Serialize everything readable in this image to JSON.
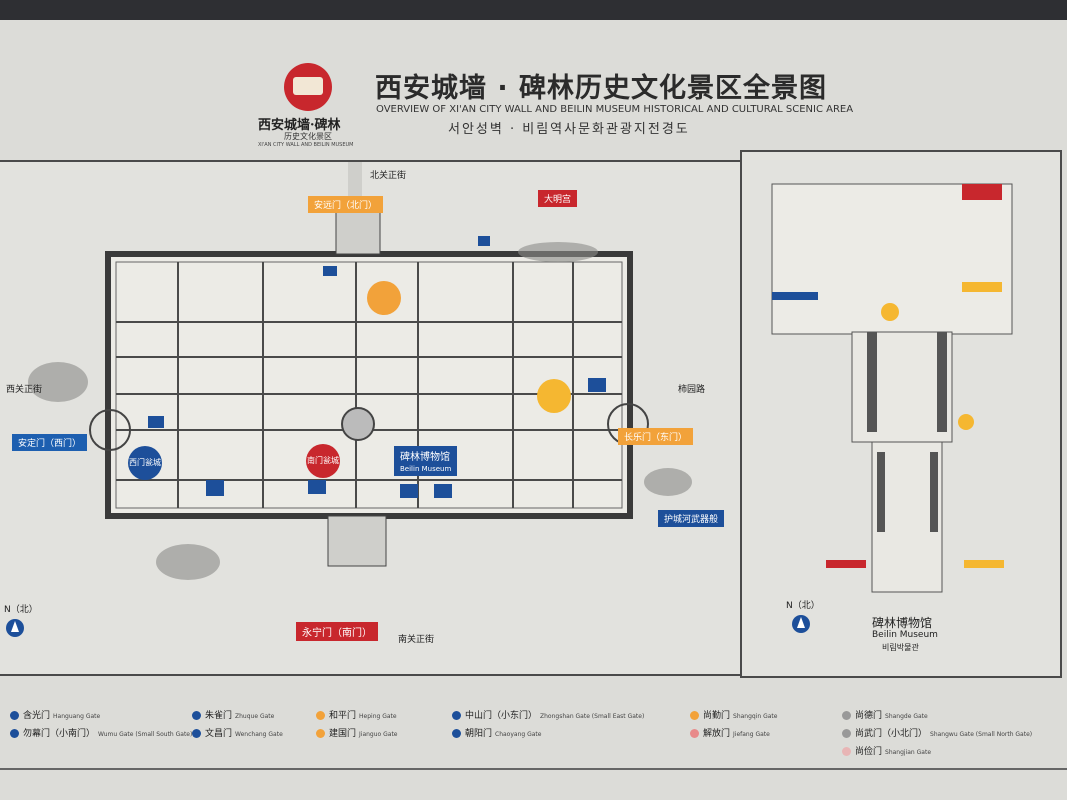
{
  "header": {
    "logo_cn": "西安城墙·碑林",
    "logo_sub": "历史文化景区",
    "logo_en": "XI'AN CITY WALL AND BEILIN MUSEUM",
    "title_cn": "西安城墙 · 碑林历史文化景区全景图",
    "title_en": "OVERVIEW OF XI'AN CITY WALL AND BEILIN MUSEUM HISTORICAL AND CULTURAL SCENIC AREA",
    "title_ko": "서안성벽 · 비림역사문화관광지전경도"
  },
  "map_left": {
    "north_label": "N（北）",
    "labels": {
      "beiguan": "北关正街",
      "anyuan": "安远门（北门）",
      "damingong": "大明宫",
      "xiguan": "西关正街",
      "anding": "安定门（西门）",
      "xi_wengcheng": "西门瓮城",
      "nanmen_wengcheng": "南门瓮城",
      "beilin_cn": "碑林博物馆",
      "beilin_en": "Beilin Museum",
      "changle": "长乐门（东门）",
      "shijin": "柿园路",
      "huchenghe": "护城河武器般",
      "yongning": "永宁门（南门）",
      "nanguan": "南关正街"
    }
  },
  "map_right": {
    "title_cn": "碑林博物馆",
    "title_en": "Beilin Museum",
    "title_ko": "비림박물관",
    "north_label": "N（北）"
  },
  "legend": [
    {
      "cn": "含光门",
      "en": "Hanguang Gate",
      "color": "#1d4f9a"
    },
    {
      "cn": "勿幕门（小南门）",
      "en": "Wumu Gate (Small South Gate)",
      "color": "#1d4f9a"
    },
    {
      "cn": "朱雀门",
      "en": "Zhuque Gate",
      "color": "#1d4f9a"
    },
    {
      "cn": "文昌门",
      "en": "Wenchang Gate",
      "color": "#1d4f9a"
    },
    {
      "cn": "和平门",
      "en": "Heping Gate",
      "color": "#f2a23a"
    },
    {
      "cn": "建国门",
      "en": "Jianguo Gate",
      "color": "#f2a23a"
    },
    {
      "cn": "中山门（小东门）",
      "en": "Zhongshan Gate (Small East Gate)",
      "color": "#1d4f9a"
    },
    {
      "cn": "朝阳门",
      "en": "Chaoyang Gate",
      "color": "#1d4f9a"
    },
    {
      "cn": "尚勤门",
      "en": "Shangqin Gate",
      "color": "#f2a23a"
    },
    {
      "cn": "解放门",
      "en": "Jiefang Gate",
      "color": "#e88a8a"
    },
    {
      "cn": "尚德门",
      "en": "Shangde Gate",
      "color": "#999999"
    },
    {
      "cn": "尚武门（小北门）",
      "en": "Shangwu Gate (Small North Gate)",
      "color": "#999999"
    },
    {
      "cn": "尚俭门",
      "en": "Shangjian Gate",
      "color": "#e8b5b5"
    }
  ]
}
